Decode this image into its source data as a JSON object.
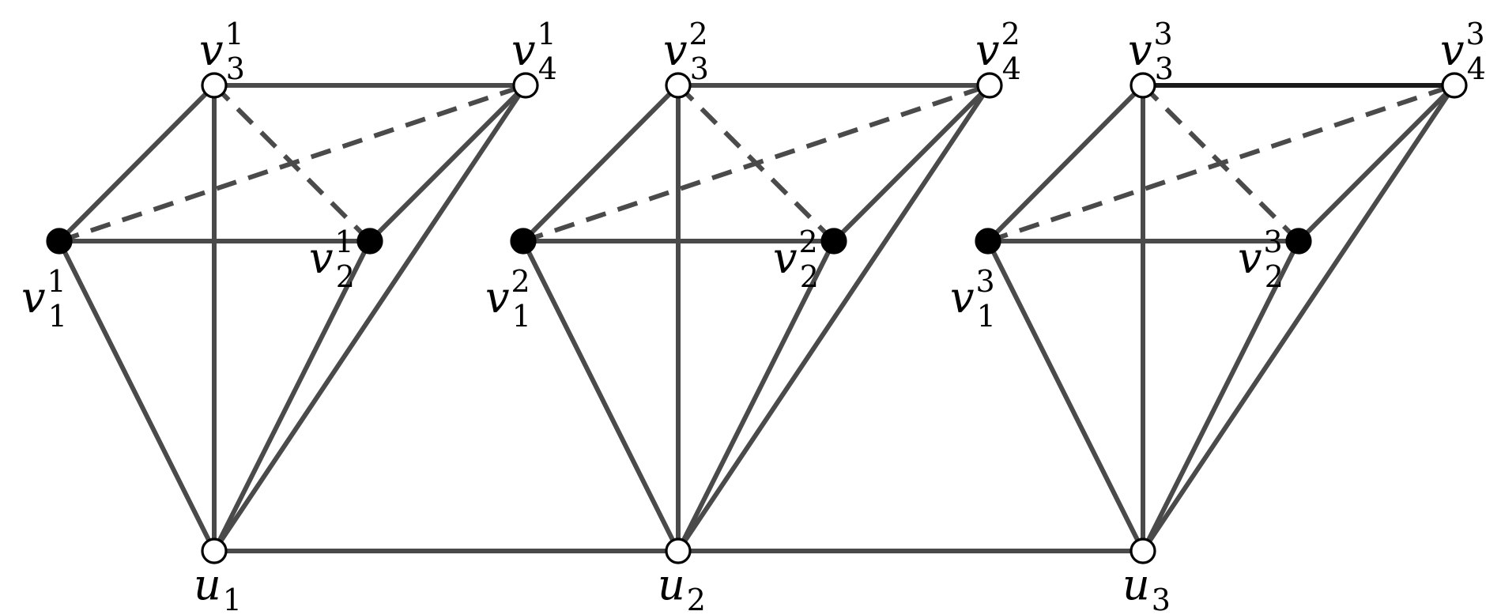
{
  "graph": {
    "blocks": [
      {
        "index": 1,
        "vertices": {
          "v1": {
            "base": "v",
            "sub": "1",
            "sup": "1",
            "fill": "black"
          },
          "v2": {
            "base": "v",
            "sub": "2",
            "sup": "1",
            "fill": "black"
          },
          "v3": {
            "base": "v",
            "sub": "3",
            "sup": "1",
            "fill": "white"
          },
          "v4": {
            "base": "v",
            "sub": "4",
            "sup": "1",
            "fill": "white"
          }
        },
        "hub": {
          "base": "u",
          "sub": "1",
          "fill": "white"
        }
      },
      {
        "index": 2,
        "vertices": {
          "v1": {
            "base": "v",
            "sub": "1",
            "sup": "2",
            "fill": "black"
          },
          "v2": {
            "base": "v",
            "sub": "2",
            "sup": "2",
            "fill": "black"
          },
          "v3": {
            "base": "v",
            "sub": "3",
            "sup": "2",
            "fill": "white"
          },
          "v4": {
            "base": "v",
            "sub": "4",
            "sup": "2",
            "fill": "white"
          }
        },
        "hub": {
          "base": "u",
          "sub": "2",
          "fill": "white"
        }
      },
      {
        "index": 3,
        "vertices": {
          "v1": {
            "base": "v",
            "sub": "1",
            "sup": "3",
            "fill": "black"
          },
          "v2": {
            "base": "v",
            "sub": "2",
            "sup": "3",
            "fill": "black"
          },
          "v3": {
            "base": "v",
            "sub": "3",
            "sup": "3",
            "fill": "white"
          },
          "v4": {
            "base": "v",
            "sub": "4",
            "sup": "3",
            "fill": "white"
          }
        },
        "hub": {
          "base": "u",
          "sub": "3",
          "fill": "white"
        }
      }
    ],
    "edges_per_block": [
      {
        "from": "v3",
        "to": "v4",
        "style": "solid"
      },
      {
        "from": "v3",
        "to": "v1",
        "style": "solid"
      },
      {
        "from": "v3",
        "to": "hub",
        "style": "solid"
      },
      {
        "from": "v4",
        "to": "v2",
        "style": "solid"
      },
      {
        "from": "v4",
        "to": "hub",
        "style": "solid"
      },
      {
        "from": "v1",
        "to": "v2",
        "style": "solid"
      },
      {
        "from": "v1",
        "to": "hub",
        "style": "solid"
      },
      {
        "from": "v2",
        "to": "hub",
        "style": "solid"
      },
      {
        "from": "v1",
        "to": "v4",
        "style": "dashed"
      },
      {
        "from": "v3",
        "to": "v2",
        "style": "dashed"
      }
    ],
    "hub_path": [
      {
        "from": "u1",
        "to": "u2",
        "style": "solid"
      },
      {
        "from": "u2",
        "to": "u3",
        "style": "solid"
      }
    ],
    "colors": {
      "edge": "#4a4a4a",
      "highlight_edge": "#1a1a1a",
      "filled_vertex": "#000000",
      "open_vertex": "#ffffff"
    }
  }
}
